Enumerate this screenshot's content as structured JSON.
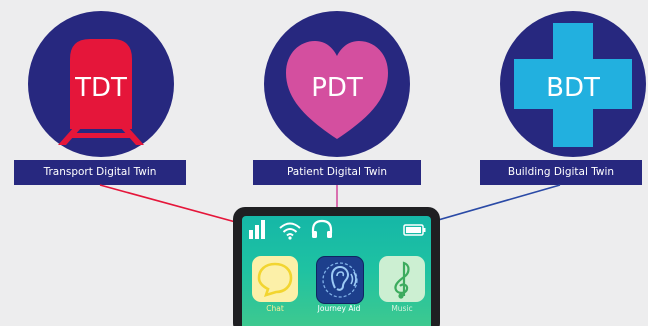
{
  "twins": [
    {
      "abbr": "TDT",
      "label": "Transport Digital Twin",
      "icon": "train-icon",
      "color": "#e5163a"
    },
    {
      "abbr": "PDT",
      "label": "Patient Digital Twin",
      "icon": "heart-icon",
      "color": "#d44f9f"
    },
    {
      "abbr": "BDT",
      "label": "Building Digital Twin",
      "icon": "medical-cross-icon",
      "color": "#22b0df"
    }
  ],
  "phone": {
    "apps": [
      {
        "label": "Chat",
        "icon": "chat-bubble-icon"
      },
      {
        "label": "Journey Aid",
        "icon": "ear-icon"
      },
      {
        "label": "Music",
        "icon": "treble-clef-icon"
      }
    ]
  },
  "colors": {
    "background": "#ededee",
    "navy": "#27287f",
    "tdt_arrow": "#e5163a",
    "pdt_arrow": "#d44f9f",
    "bdt_arrow": "#2a4aa6",
    "screen_teal": "#1dbfa6",
    "chat_app": "#fcf0a8",
    "music_app": "#ccefd2"
  }
}
